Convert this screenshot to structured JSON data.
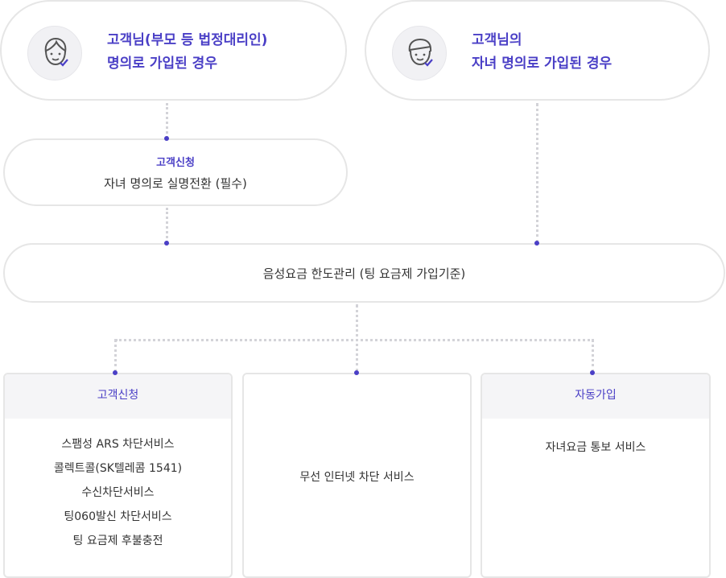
{
  "top_left": {
    "line1": "고객님(부모 등 법정대리인)",
    "line2": "명의로 가입된 경우",
    "icon": "person-check-icon"
  },
  "top_right": {
    "line1": "고객님의",
    "line2": "자녀 명의로 가입된 경우",
    "icon": "person-check-icon"
  },
  "middle_left": {
    "tag": "고객신청",
    "text": "자녀 명의로 실명전환 (필수)"
  },
  "center_bar": {
    "text": "음성요금 한도관리 (팅 요금제 가입기준)"
  },
  "boxes": [
    {
      "header": "고객신청",
      "items": [
        "스팸성 ARS 차단서비스",
        "콜렉트콜(SK텔레콤 1541)",
        "수신차단서비스",
        "팅060발신 차단서비스",
        "팅 요금제 후불충전"
      ]
    },
    {
      "header": "",
      "items": [
        "무선 인터넷 차단 서비스"
      ]
    },
    {
      "header": "자동가입",
      "items": [
        "자녀요금 통보 서비스"
      ]
    }
  ],
  "colors": {
    "accent": "#4a3fc6",
    "border": "#e6e6e6",
    "connector": "#d3d3d8",
    "header_bg": "#f5f5f7"
  }
}
